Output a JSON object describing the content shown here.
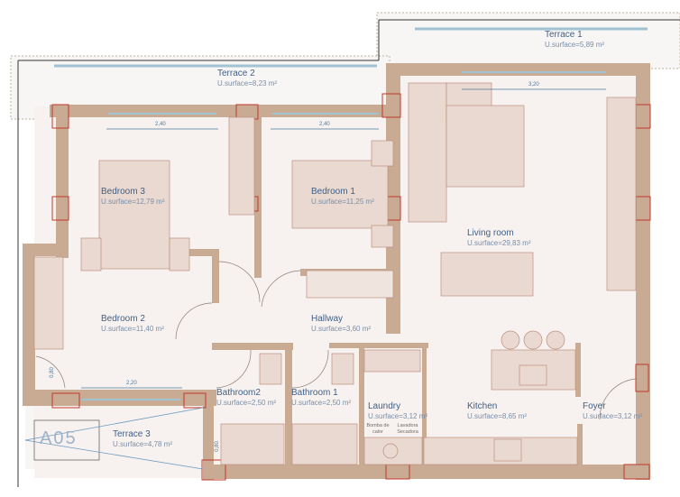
{
  "colors": {
    "wall": "#c9ab93",
    "floor": "#f7f2ef",
    "furniture": "#ead9d0",
    "furniture_stroke": "#b98f80",
    "terrace": "#f8f6f4",
    "glazing": "#9fc3d3",
    "text": "#3f5f86"
  },
  "rooms": [
    {
      "name": "Terrace 1",
      "surface": "U.surface=5,89 m²"
    },
    {
      "name": "Terrace 2",
      "surface": "U.surface=8,23 m²"
    },
    {
      "name": "Bedroom 3",
      "surface": "U.surface=12,79 m²"
    },
    {
      "name": "Bedroom 1",
      "surface": "U.surface=11,25 m²"
    },
    {
      "name": "Living room",
      "surface": "U.surface=29,83 m²"
    },
    {
      "name": "Bedroom 2",
      "surface": "U.surface=11,40 m²"
    },
    {
      "name": "Hallway",
      "surface": "U.surface=3,60 m²"
    },
    {
      "name": "Bathroom2",
      "surface": "U.surface=2,50 m²"
    },
    {
      "name": "Bathroom 1",
      "surface": "U.surface=2,50 m²"
    },
    {
      "name": "Laundry",
      "surface": "U.surface=3,12 m²"
    },
    {
      "name": "Kitchen",
      "surface": "U.surface=8,65 m²"
    },
    {
      "name": "Foyer",
      "surface": "U.surface=3,12 m²"
    },
    {
      "name": "Terrace 3",
      "surface": "U.surface=4,78 m²"
    }
  ],
  "dimensions": [
    "2,40",
    "2,40",
    "3,20",
    "2,20",
    "0,80",
    "0,80"
  ],
  "appliances": {
    "heat_pump": "Bomba de calor",
    "washer": "Lavadora Secadora"
  },
  "section_tag": "A05"
}
